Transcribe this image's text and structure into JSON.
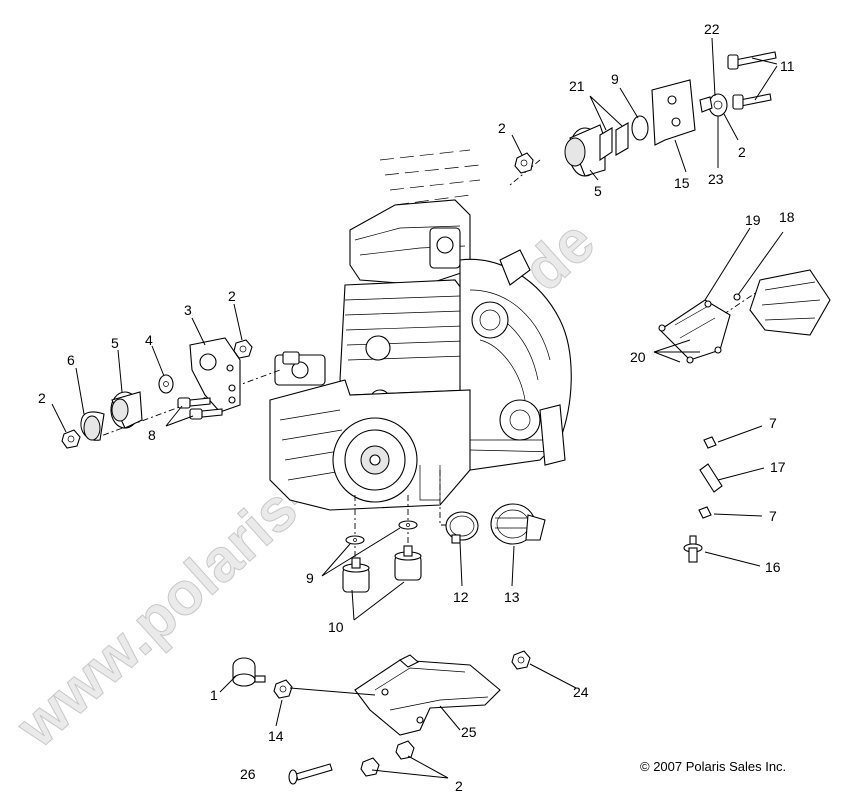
{
  "watermark": "www.polaris-ersatzteile.de",
  "copyright": "© 2007 Polaris Sales Inc.",
  "callouts": {
    "c22": "22",
    "c11": "11",
    "c21": "21",
    "c9top": "9",
    "c2top": "2",
    "c2right": "2",
    "c5top": "5",
    "c15": "15",
    "c23": "23",
    "c19": "19",
    "c18": "18",
    "c20": "20",
    "c3": "3",
    "c2mid": "2",
    "c6": "6",
    "c5left": "5",
    "c4": "4",
    "c2left": "2",
    "c8": "8",
    "c7top": "7",
    "c17": "17",
    "c7bot": "7",
    "c16": "16",
    "c9bot": "9",
    "c10": "10",
    "c12": "12",
    "c13": "13",
    "c1": "1",
    "c14": "14",
    "c24": "24",
    "c25": "25",
    "c26": "26",
    "c2bot": "2"
  }
}
